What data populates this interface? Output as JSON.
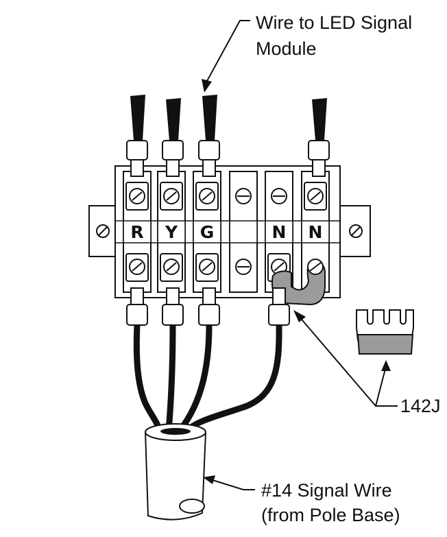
{
  "labels": {
    "led_wire_line1": "Wire to LED Signal",
    "led_wire_line2": "Module",
    "jumper_part": "142J",
    "signal_wire_line1": "#14 Signal Wire",
    "signal_wire_line2": "(from Pole Base)"
  },
  "terminals": [
    "R",
    "Y",
    "G",
    "",
    "N",
    "N"
  ],
  "colors": {
    "line": "#111111",
    "wire": "#111111",
    "jumper_fill": "#9b9b9b",
    "background": "#ffffff"
  }
}
